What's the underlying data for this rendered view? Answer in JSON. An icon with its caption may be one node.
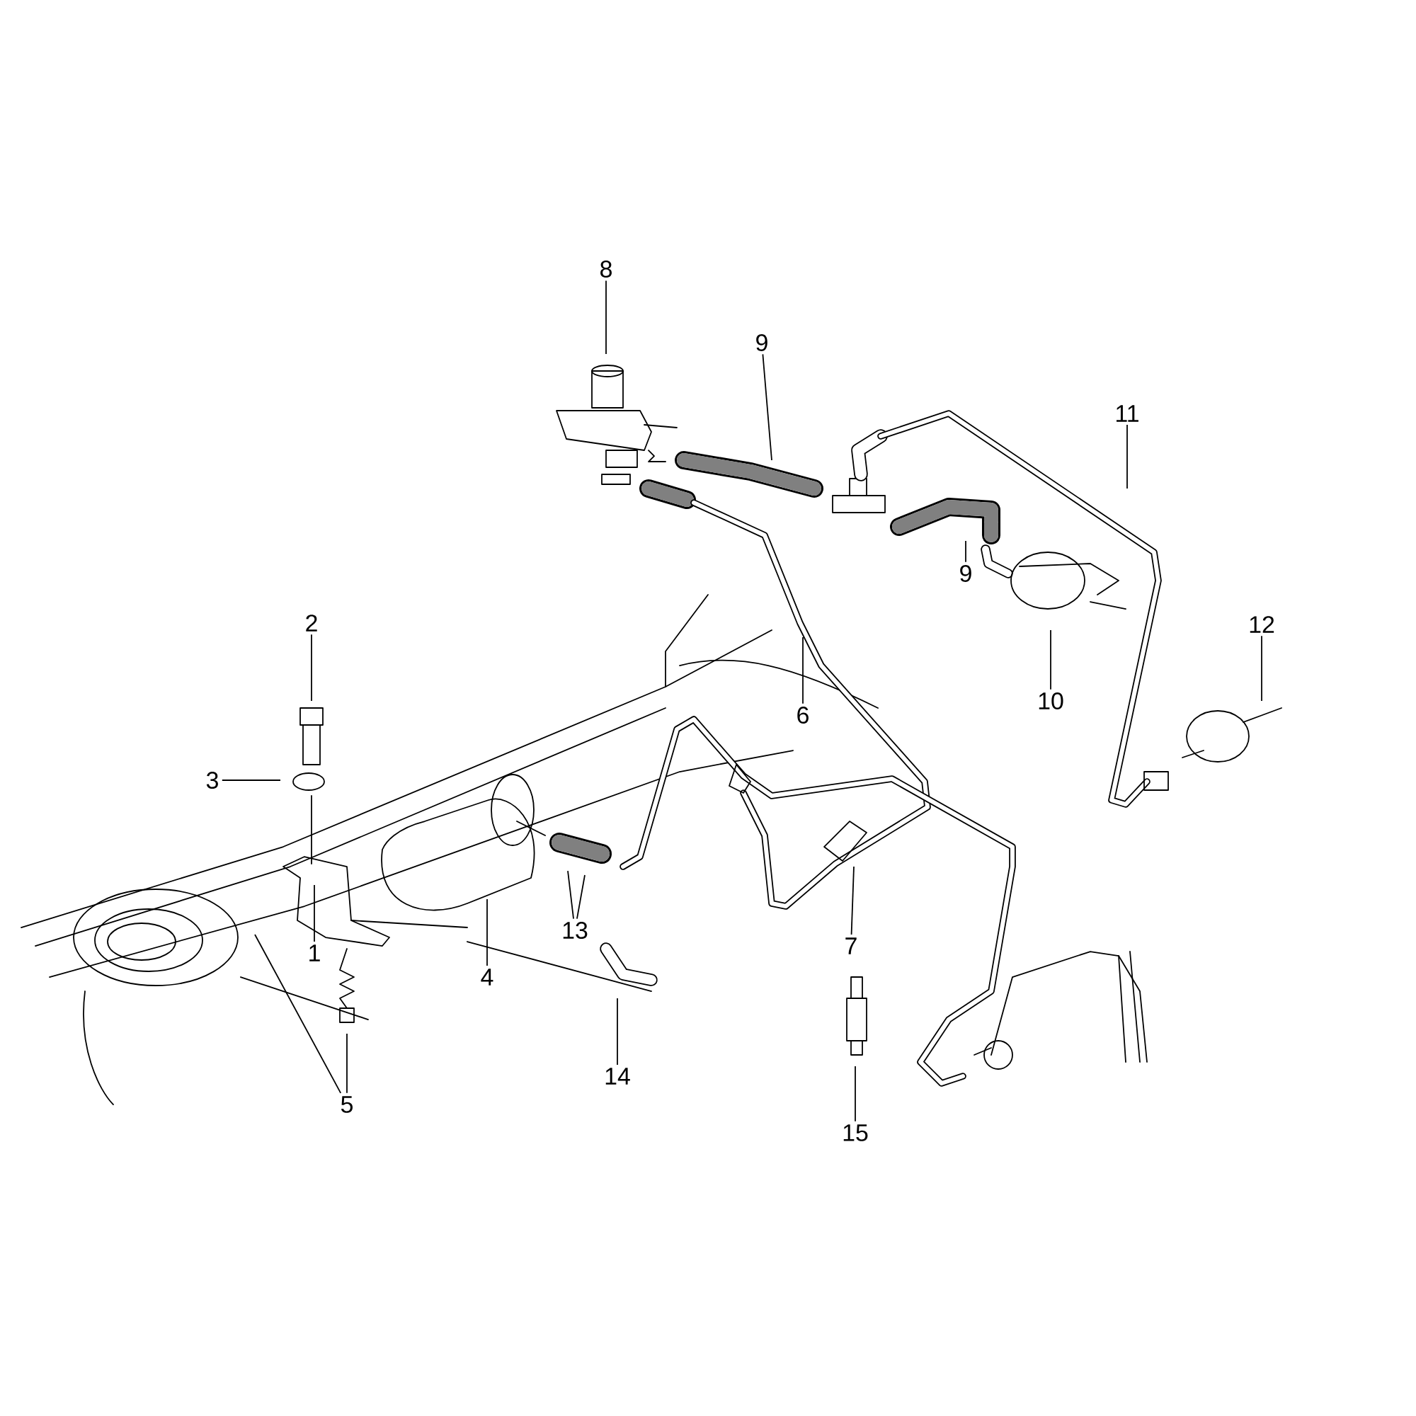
{
  "diagram": {
    "nodes": [
      {
        "text": [
          "8"
        ]
      },
      {
        "text": [
          "9"
        ]
      },
      {
        "text": [
          "11"
        ]
      },
      {
        "text": [
          "9"
        ]
      },
      {
        "text": [
          "2"
        ]
      },
      {
        "text": [
          "12"
        ]
      },
      {
        "text": [
          "10"
        ]
      },
      {
        "text": [
          "6"
        ]
      },
      {
        "text": [
          "3"
        ]
      },
      {
        "text": [
          "13"
        ]
      },
      {
        "text": [
          "7"
        ]
      },
      {
        "text": [
          "1"
        ]
      },
      {
        "text": [
          "4"
        ]
      },
      {
        "text": [
          "14"
        ]
      },
      {
        "text": [
          "5"
        ]
      },
      {
        "text": [
          "15"
        ]
      }
    ],
    "edges": [
      {
        "from": 0,
        "to": null,
        "arrow": "none"
      },
      {
        "from": 1,
        "to": null,
        "arrow": "none"
      },
      {
        "from": 2,
        "to": null,
        "arrow": "none"
      },
      {
        "from": 3,
        "to": null,
        "arrow": "none"
      },
      {
        "from": 4,
        "to": null,
        "arrow": "none"
      },
      {
        "from": 5,
        "to": null,
        "arrow": "none"
      },
      {
        "from": 6,
        "to": null,
        "arrow": "none"
      },
      {
        "from": 7,
        "to": null,
        "arrow": "none"
      },
      {
        "from": 8,
        "to": null,
        "arrow": "none"
      },
      {
        "from": 9,
        "to": null,
        "arrow": "none"
      },
      {
        "from": 9,
        "to": null,
        "arrow": "none"
      },
      {
        "from": 10,
        "to": null,
        "arrow": "none"
      },
      {
        "from": 11,
        "to": null,
        "arrow": "none"
      },
      {
        "from": 12,
        "to": null,
        "arrow": "none"
      },
      {
        "from": 13,
        "to": null,
        "arrow": "none"
      },
      {
        "from": 14,
        "to": null,
        "arrow": "none"
      },
      {
        "from": 14,
        "to": null,
        "arrow": "none"
      },
      {
        "from": 15,
        "to": null,
        "arrow": "none"
      }
    ]
  }
}
